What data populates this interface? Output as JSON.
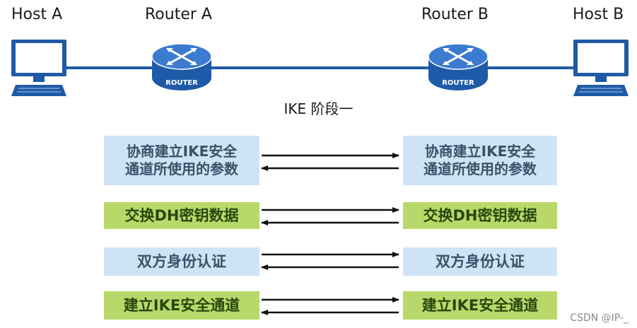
{
  "hosts": {
    "host_a": "Host A",
    "host_b": "Host B"
  },
  "routers": {
    "router_a": "Router A",
    "router_b": "Router B",
    "icon_text": "ROUTER"
  },
  "phase_title": "IKE 阶段一",
  "steps": [
    {
      "left": "协商建立IKE安全\n通道所使用的参数",
      "right": "协商建立IKE安全\n通道所使用的参数",
      "color": "blue"
    },
    {
      "left": "交换DH密钥数据",
      "right": "交换DH密钥数据",
      "color": "green"
    },
    {
      "left": "双方身份认证",
      "right": "双方身份认证",
      "color": "blue"
    },
    {
      "left": "建立IKE安全通道",
      "right": "建立IKE安全通道",
      "color": "green"
    }
  ],
  "colors": {
    "link": "#1f5aa6",
    "blue_box": "#cfe3f6",
    "green_box": "#b8d96a",
    "router": "#1e5aa8"
  },
  "watermark": "CSDN @IP-_"
}
